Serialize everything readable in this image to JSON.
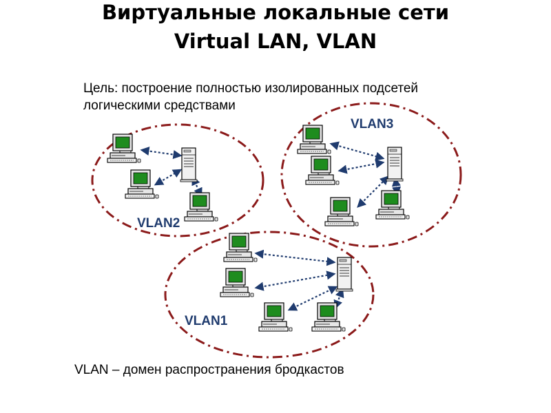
{
  "title": {
    "line1": "Виртуальные локальные сети",
    "line2": "Virtual LAN, VLAN"
  },
  "goal_text": {
    "line1": "Цель: построение полностью изолированных подсетей",
    "line2": "логическими средствами"
  },
  "footer_text": "VLAN – домен распространения  бродкастов",
  "colors": {
    "boundary": "#8b1a1a",
    "link": "#1f3b6e",
    "vlan_label": "#1f3b6e",
    "screen": "#1e8c1e"
  },
  "icons": {
    "workstation": "computer-icon",
    "server": "server-tower-icon"
  },
  "vlans": [
    {
      "id": "vlan1",
      "label": "VLAN1",
      "workstations": 4,
      "servers": 1
    },
    {
      "id": "vlan2",
      "label": "VLAN2",
      "workstations": 3,
      "servers": 1
    },
    {
      "id": "vlan3",
      "label": "VLAN3",
      "workstations": 4,
      "servers": 1
    }
  ]
}
